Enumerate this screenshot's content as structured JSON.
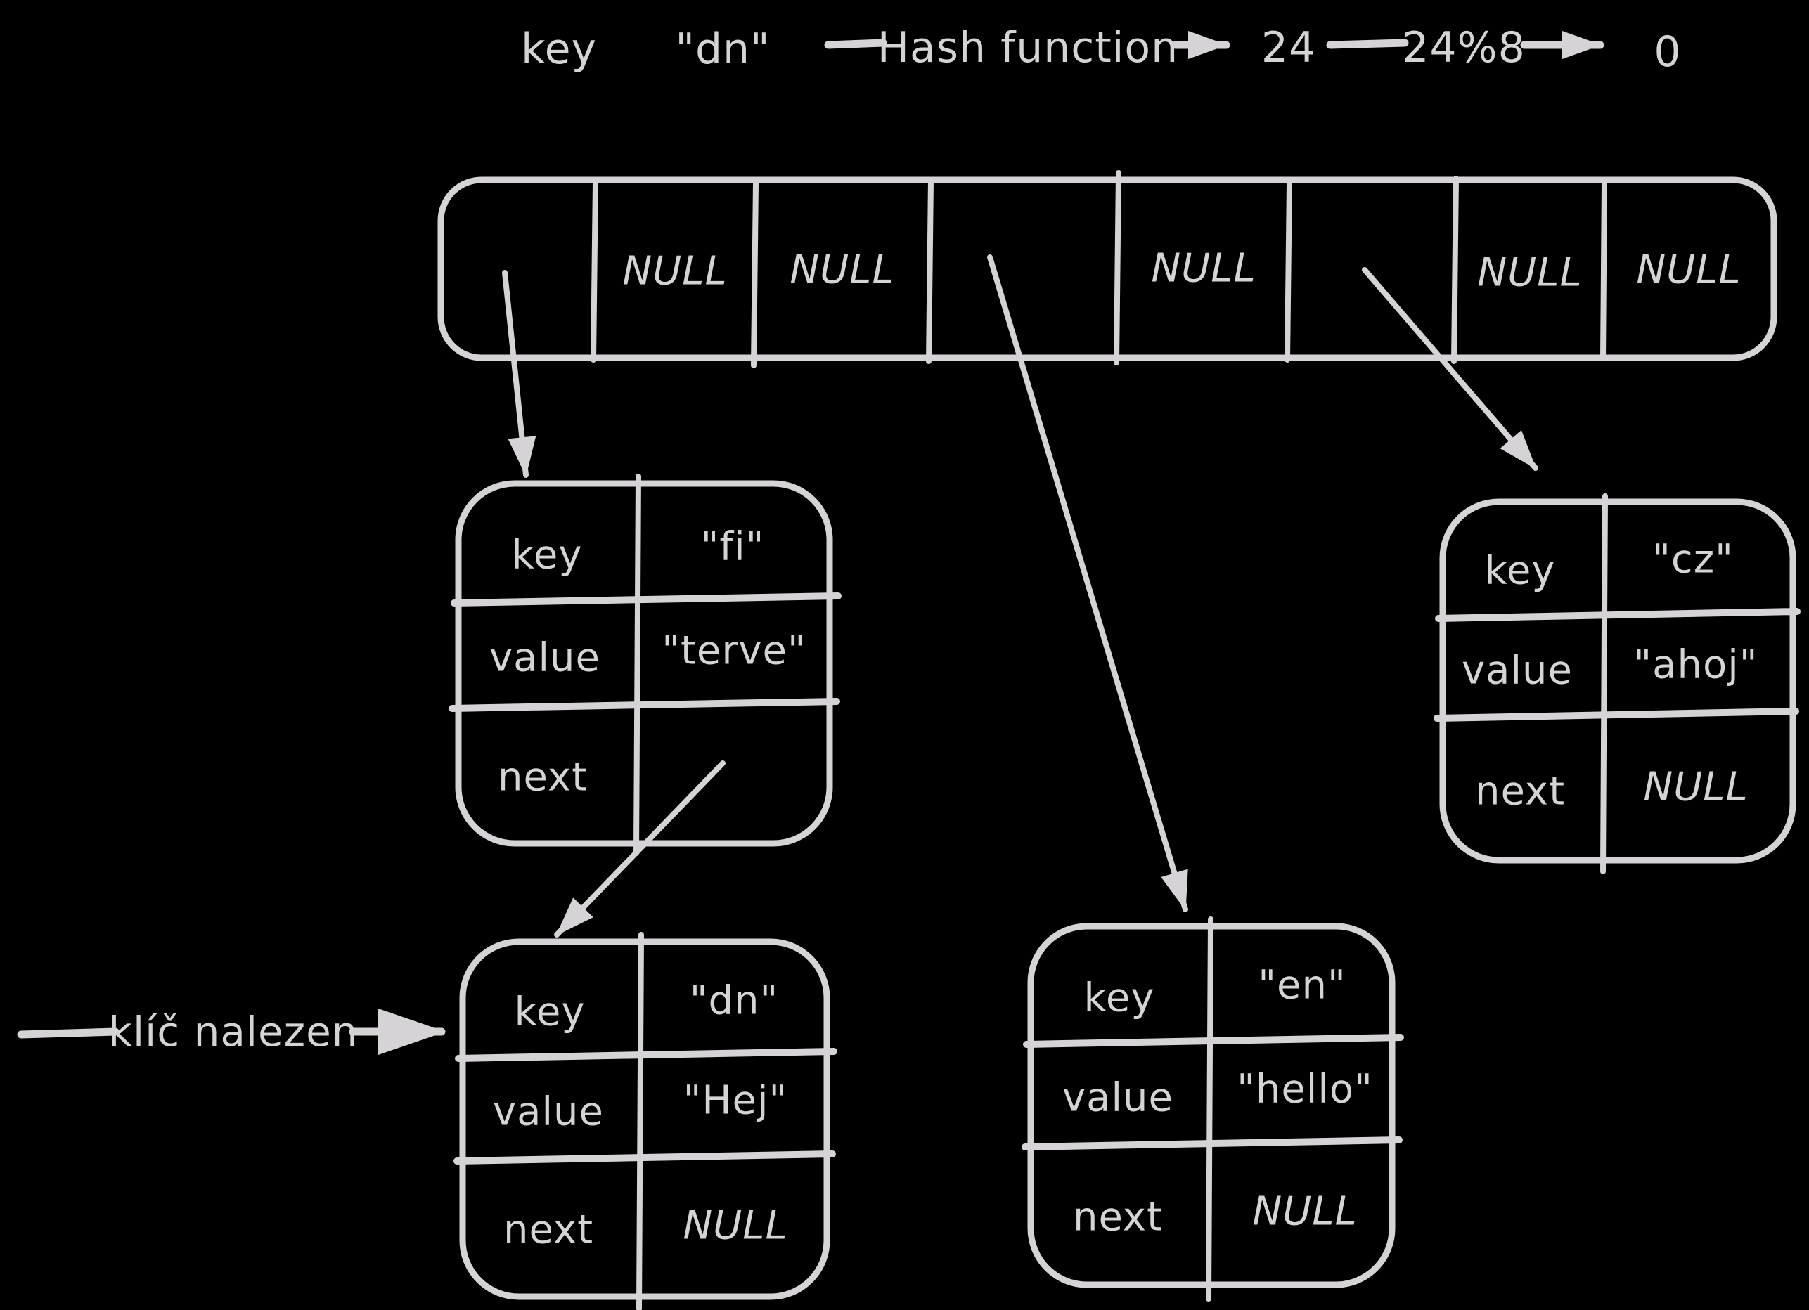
{
  "colors": {
    "background": "#000000",
    "ink": "#d5d3d5"
  },
  "pipeline": {
    "key_label": "key",
    "key_value": "\"dn\"",
    "hash_function_label": "Hash function",
    "hash_output": "24",
    "mod_expression": "24%8",
    "bucket_index": "0"
  },
  "hash_table": {
    "buckets": [
      "",
      "NULL",
      "NULL",
      "",
      "NULL",
      "",
      "NULL",
      "NULL"
    ]
  },
  "node_labels": {
    "key": "key",
    "value": "value",
    "next": "next"
  },
  "nodes": {
    "fi": {
      "key": "\"fi\"",
      "value": "\"terve\"",
      "next": ""
    },
    "cz": {
      "key": "\"cz\"",
      "value": "\"ahoj\"",
      "next": "NULL"
    },
    "dn": {
      "key": "\"dn\"",
      "value": "\"Hej\"",
      "next": "NULL"
    },
    "en": {
      "key": "\"en\"",
      "value": "\"hello\"",
      "next": "NULL"
    }
  },
  "annotation": {
    "text": "klíč nalezen"
  }
}
